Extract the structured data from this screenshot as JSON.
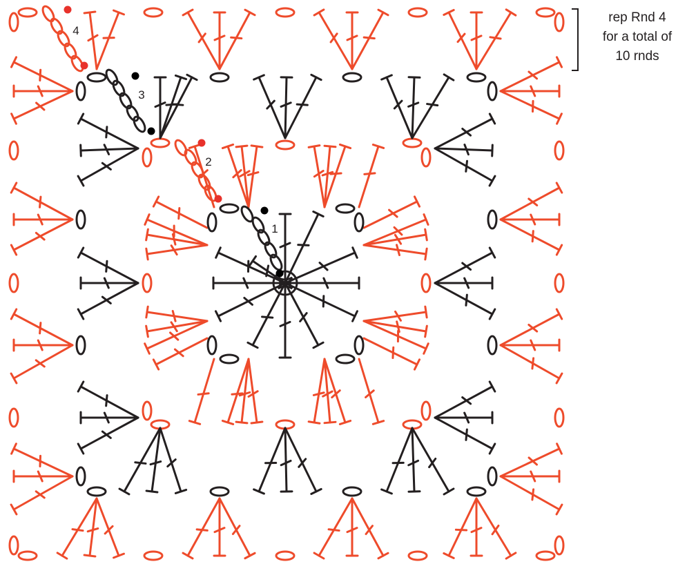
{
  "repeat_note": {
    "line1": "rep Rnd 4",
    "line2": "for a total of",
    "line3": "10 rnds"
  },
  "round_labels": [
    "1",
    "2",
    "3",
    "4"
  ],
  "colors": {
    "round_odd": "#231f20",
    "round_even": "#ee4b2b",
    "start_marker_odd": "#000000",
    "start_marker_even": "#e8322b"
  },
  "legend_symbols": [
    "double-crochet-icon",
    "chain-stitch-icon",
    "magic-ring-icon",
    "slip-stitch-dot-icon"
  ]
}
